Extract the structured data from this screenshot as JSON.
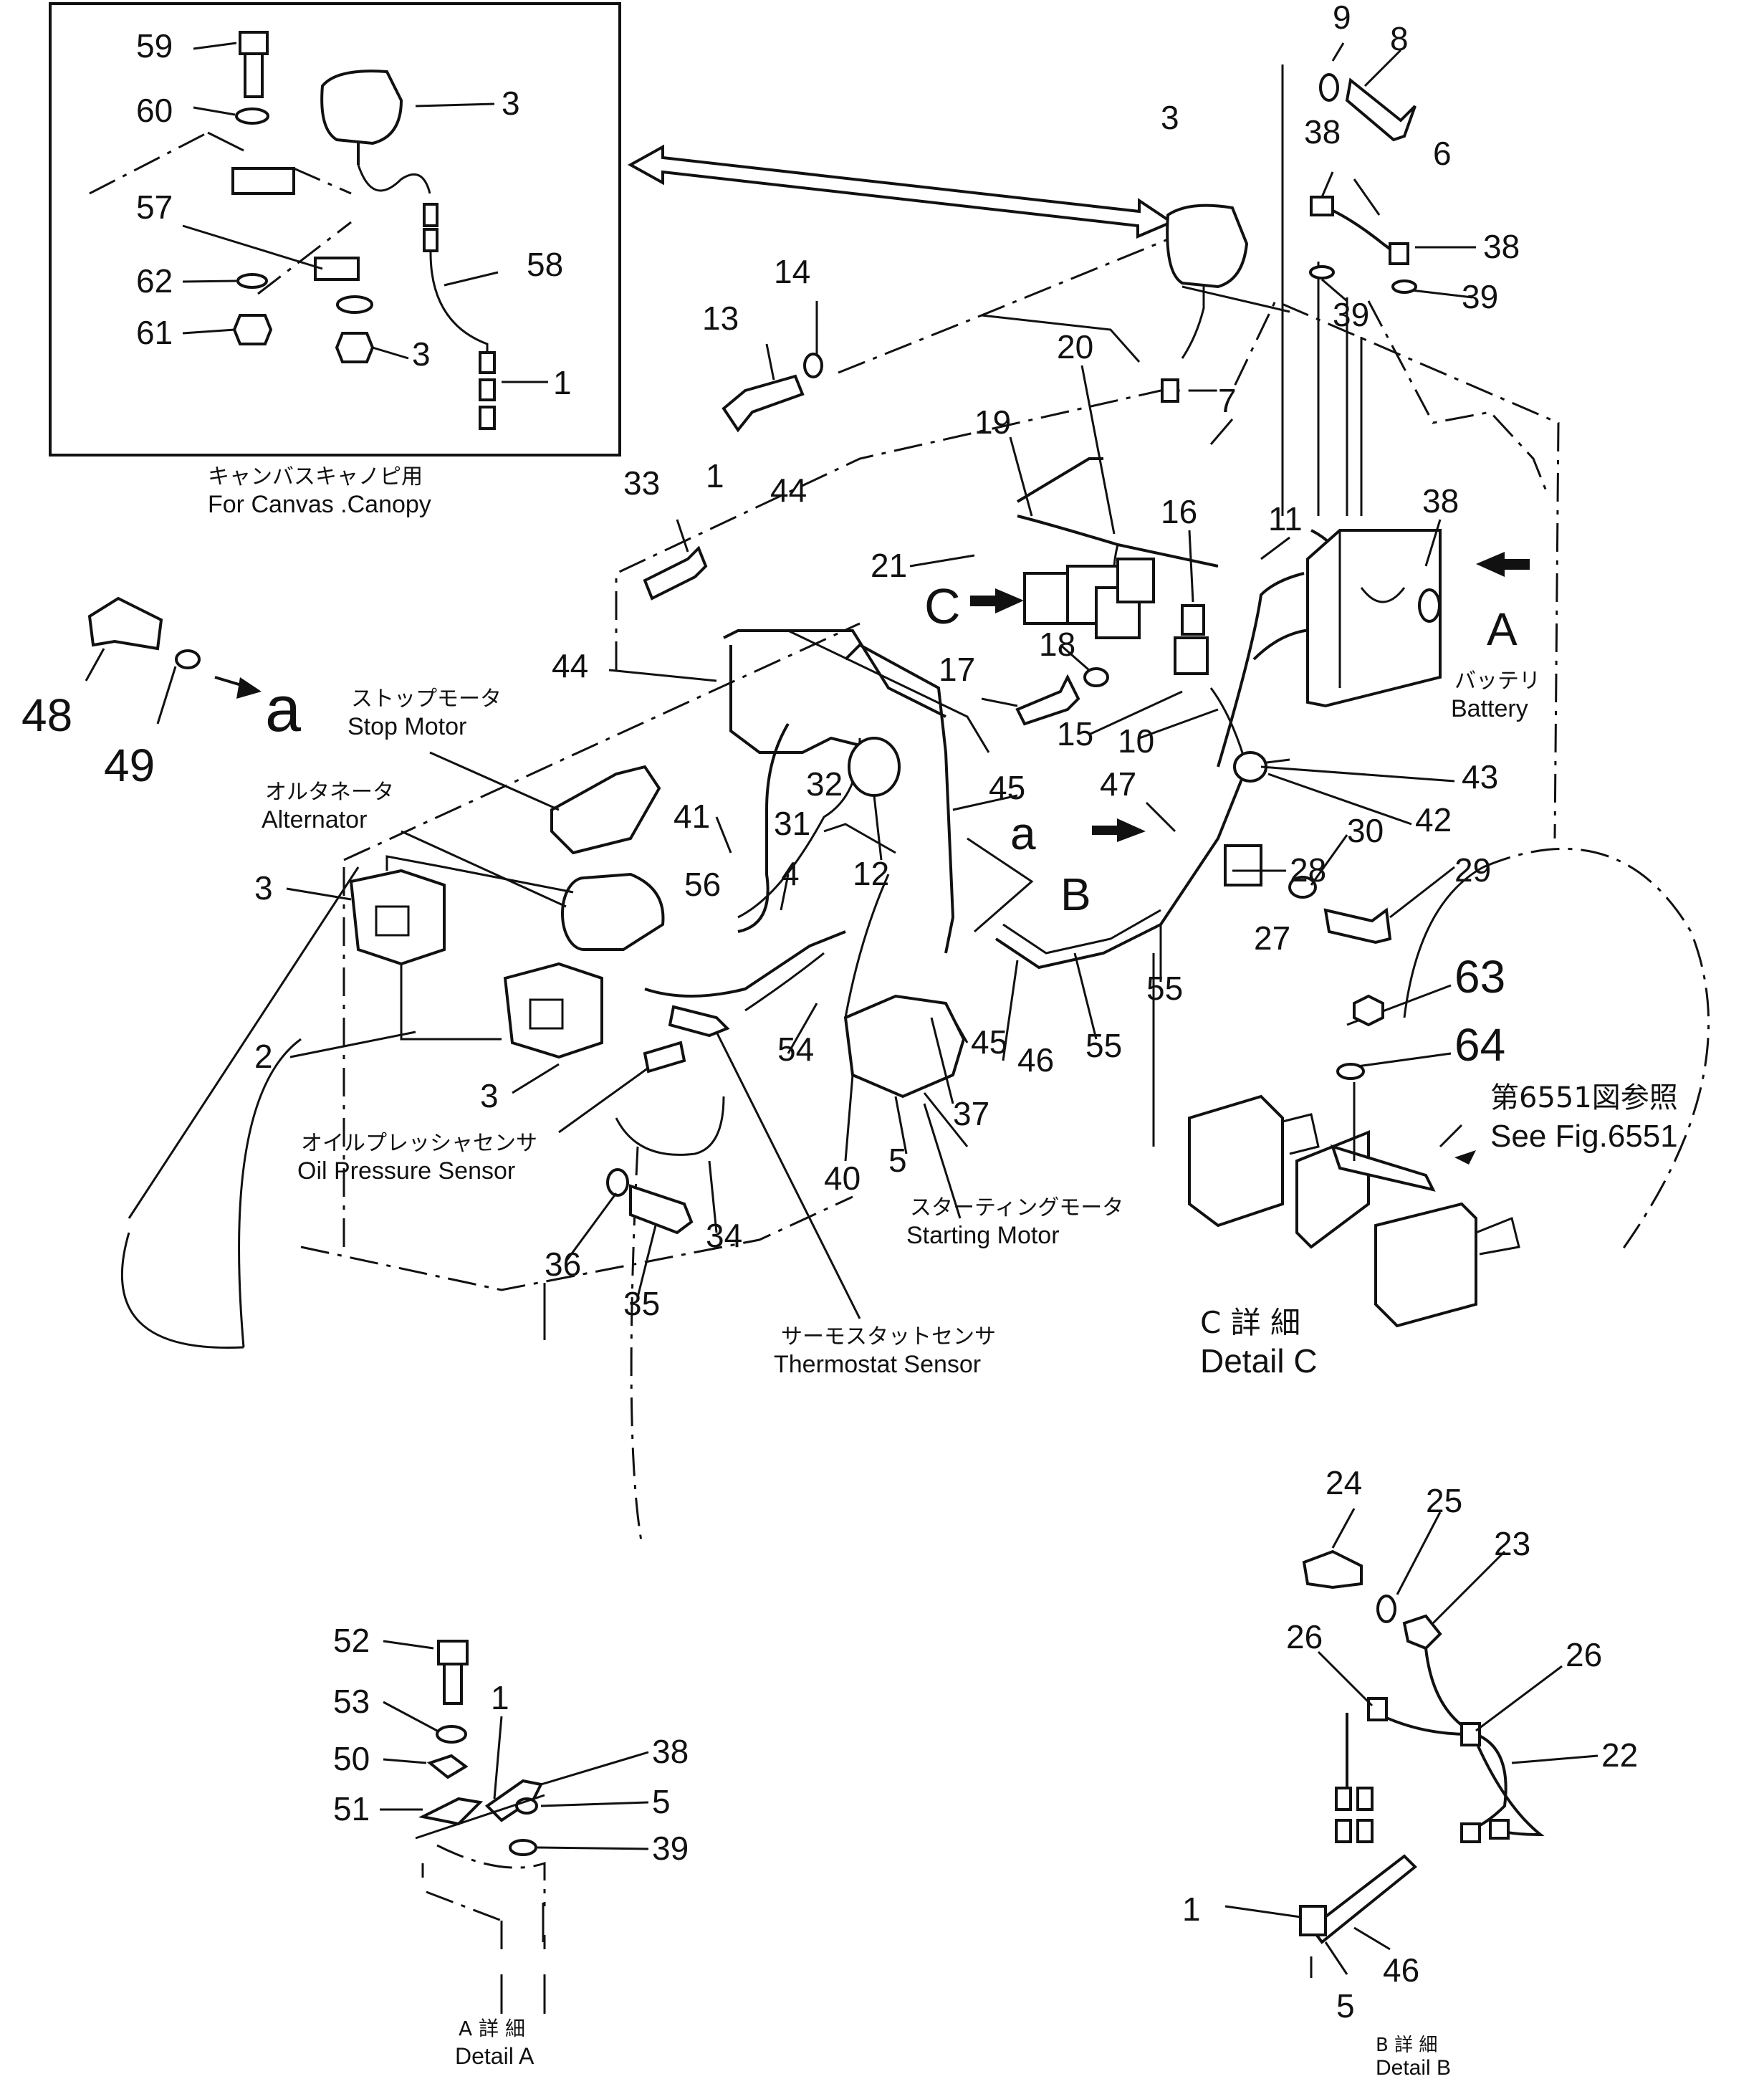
{
  "callouts": {
    "c59": "59",
    "c60": "60",
    "c57": "57",
    "c62": "62",
    "c61": "61",
    "c3a": "3",
    "c3b": "3",
    "c58": "58",
    "c1a": "1",
    "c9": "9",
    "c8": "8",
    "c3c": "3",
    "c38a": "38",
    "c6": "6",
    "c38b": "38",
    "c39a": "39",
    "c39b": "39",
    "c14": "14",
    "c13": "13",
    "c20": "20",
    "c7": "7",
    "c19": "19",
    "c33": "33",
    "c1b": "1",
    "c44a": "44",
    "c16": "16",
    "c11": "11",
    "c38c": "38",
    "c21": "21",
    "c18": "18",
    "c17": "17",
    "c44b": "44",
    "c48": "48",
    "c49": "49",
    "c15": "15",
    "c10": "10",
    "c43": "43",
    "c32": "32",
    "c45a": "45",
    "c47": "47",
    "c42": "42",
    "c31": "31",
    "c41": "41",
    "c12": "12",
    "c28": "28",
    "c30": "30",
    "c29": "29",
    "c56": "56",
    "c4": "4",
    "c3d": "3",
    "c27": "27",
    "c63": "63",
    "c55a": "55",
    "c64": "64",
    "c2": "2",
    "c54": "54",
    "c45b": "45",
    "c46": "46",
    "c55b": "55",
    "c37": "37",
    "c3e": "3",
    "c40": "40",
    "c5a": "5",
    "c34": "34",
    "c36": "36",
    "c35": "35",
    "c24": "24",
    "c25": "25",
    "c23": "23",
    "c26a": "26",
    "c26b": "26",
    "c22": "22",
    "c52": "52",
    "c1c": "1",
    "c53": "53",
    "c38d": "38",
    "c50": "50",
    "c5b": "5",
    "c51": "51",
    "c39c": "39",
    "c1d": "1",
    "c46b": "46",
    "c5c": "5"
  },
  "letters": {
    "A": "A",
    "C": "C",
    "B": "B",
    "a1": "a",
    "a2": "a"
  },
  "captions": {
    "canvas_jp": "キャンバスキャノピ用",
    "canvas_en": "For Canvas .Canopy",
    "stop_jp": "ストップモータ",
    "stop_en": "Stop Motor",
    "alt_jp": "オルタネータ",
    "alt_en": "Alternator",
    "battery_jp": "バッテリ",
    "battery_en": "Battery",
    "oil_jp": "オイルプレッシャセンサ",
    "oil_en": "Oil Pressure Sensor",
    "start_jp": "スターティングモータ",
    "start_en": "Starting Motor",
    "thermo_jp": "サーモスタットセンサ",
    "thermo_en": "Thermostat Sensor",
    "see_jp": "第6551図参照",
    "see_en": "See Fig.6551",
    "detailC_jp": "C 詳 細",
    "detailC_en": "Detail C",
    "detailA_jp": "A 詳 細",
    "detailA_en": "Detail A",
    "detailB_jp": "B 詳 細",
    "detailB_en": "Detail B"
  }
}
